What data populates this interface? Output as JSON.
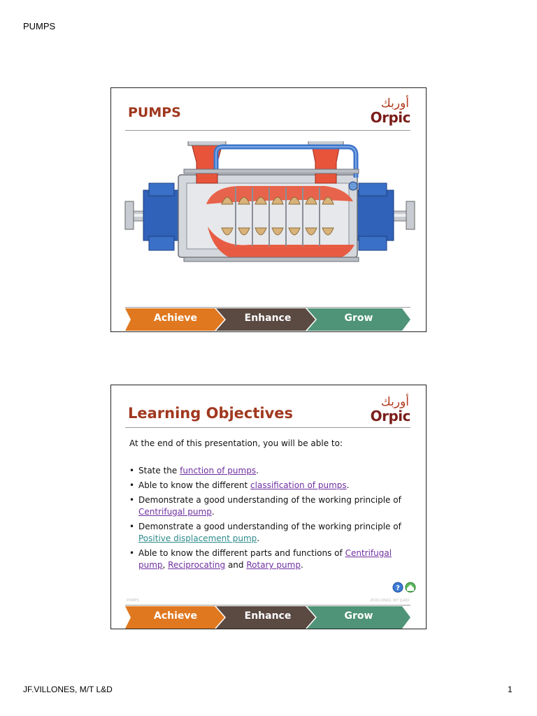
{
  "page": {
    "header": "PUMPS",
    "footer_left": "JF.VILLONES, M/T L&D",
    "footer_right": "1"
  },
  "brand": {
    "logo_arabic": "أوربك",
    "logo_latin": "Orpic",
    "title_color": "#a0381f",
    "arrow_colors": [
      "#e07820",
      "#5a4a42",
      "#4f9478"
    ]
  },
  "slide1": {
    "title": "PUMPS",
    "arrows": [
      "Achieve",
      "Enhance",
      "Grow"
    ],
    "graphic_icon": "multistage-centrifugal-pump-cutaway"
  },
  "slide2": {
    "title": "Learning Objectives",
    "intro": "At the end of this presentation, you will be able to:",
    "objectives": [
      {
        "pre": "State the ",
        "link": "function of pumps",
        "post": "."
      },
      {
        "pre": "Able to know the different ",
        "link": "classification of pumps",
        "post": "."
      },
      {
        "pre": "Demonstrate a good understanding of the working principle of ",
        "link": "Centrifugal pump",
        "post": "."
      },
      {
        "pre": "Demonstrate a good understanding of the working principle of ",
        "link": "Positive displacement pump",
        "post": "."
      },
      {
        "pre": "Able to know the different parts and functions of ",
        "link": "Centrifugal pump",
        "mid1": ", ",
        "link2": "Reciprocating",
        "mid2": " and ",
        "link3": "Rotary pump",
        "post": "."
      }
    ],
    "footer_left_small": "PUMPS",
    "footer_right_small": "JFVILLONES, M/T (L&D)",
    "arrows": [
      "Achieve",
      "Enhance",
      "Grow"
    ],
    "icons": [
      "help-icon",
      "home-icon"
    ]
  }
}
